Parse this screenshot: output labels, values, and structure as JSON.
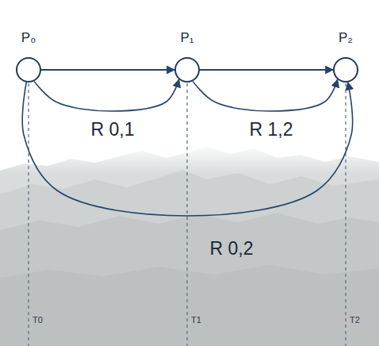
{
  "diagram": {
    "nodes": [
      {
        "text": [
          "P₀"
        ]
      },
      {
        "text": [
          "P₁"
        ]
      },
      {
        "text": [
          "P₂"
        ]
      }
    ],
    "edges": [
      {
        "from": 0,
        "to": 1,
        "arrow": "to"
      },
      {
        "from": 1,
        "to": 2,
        "arrow": "to"
      },
      {
        "from": 0,
        "to": 1,
        "arrow": "to",
        "label": "R 0,1"
      },
      {
        "from": 1,
        "to": 2,
        "arrow": "to",
        "label": "R 1,2"
      },
      {
        "from": 0,
        "to": 2,
        "arrow": "to",
        "label": "R 0,2"
      }
    ],
    "labels": [
      "T0",
      "T1",
      "T2"
    ]
  }
}
